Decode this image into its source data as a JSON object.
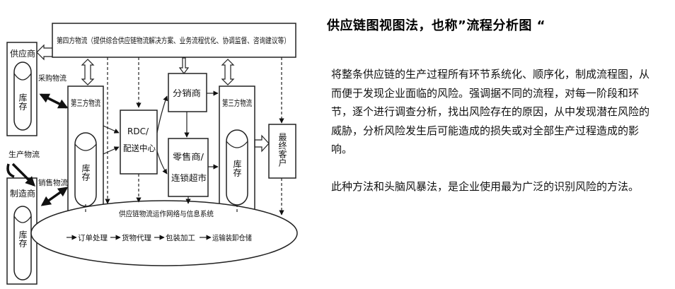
{
  "diagram": {
    "top_box": "第四方物流（提供综合供应链物流解决方案、业务流程优化、协调监督、咨询建议等）",
    "supplier": {
      "name": "供应商",
      "inventory": "库存"
    },
    "manufacturer": {
      "name": "制造商",
      "inventory": "库存"
    },
    "tpl_left": {
      "name": "第三方物流",
      "inventory": "库存"
    },
    "tpl_right": {
      "name": "第三方物流",
      "inventory": "库存"
    },
    "rdc": {
      "line1": "RDC/",
      "line2": "配送中心"
    },
    "distributor": "分销商",
    "retailer": {
      "line1": "零售商/",
      "line2": "连锁超市"
    },
    "final_customer": "最终客户",
    "flow_labels": {
      "purchase": "采购物流",
      "production": "生产物流",
      "sales": "销售物流"
    },
    "ellipse": {
      "title": "供应链物流运作网络与信息系统",
      "steps": [
        "订单处理",
        "货物代理",
        "包装加工",
        "运输装卸仓储"
      ]
    }
  },
  "text": {
    "title": "供应链图视图法，也称”流程分析图 “",
    "paragraphs": [
      "将整条供应链的生产过程所有环节系统化、顺序化，制成流程图，从而便于发现企业面临的风险。强调据不同的流程，对每一阶段和环节，逐个进行调查分析，找出风险存在的原因，从中发现潜在风险的威胁，分析风险发生后可能造成的损失或对全部生产过程造成的影响。",
      "此种方法和头脑风暴法，是企业使用最为广泛的识别风险的方法。"
    ]
  }
}
